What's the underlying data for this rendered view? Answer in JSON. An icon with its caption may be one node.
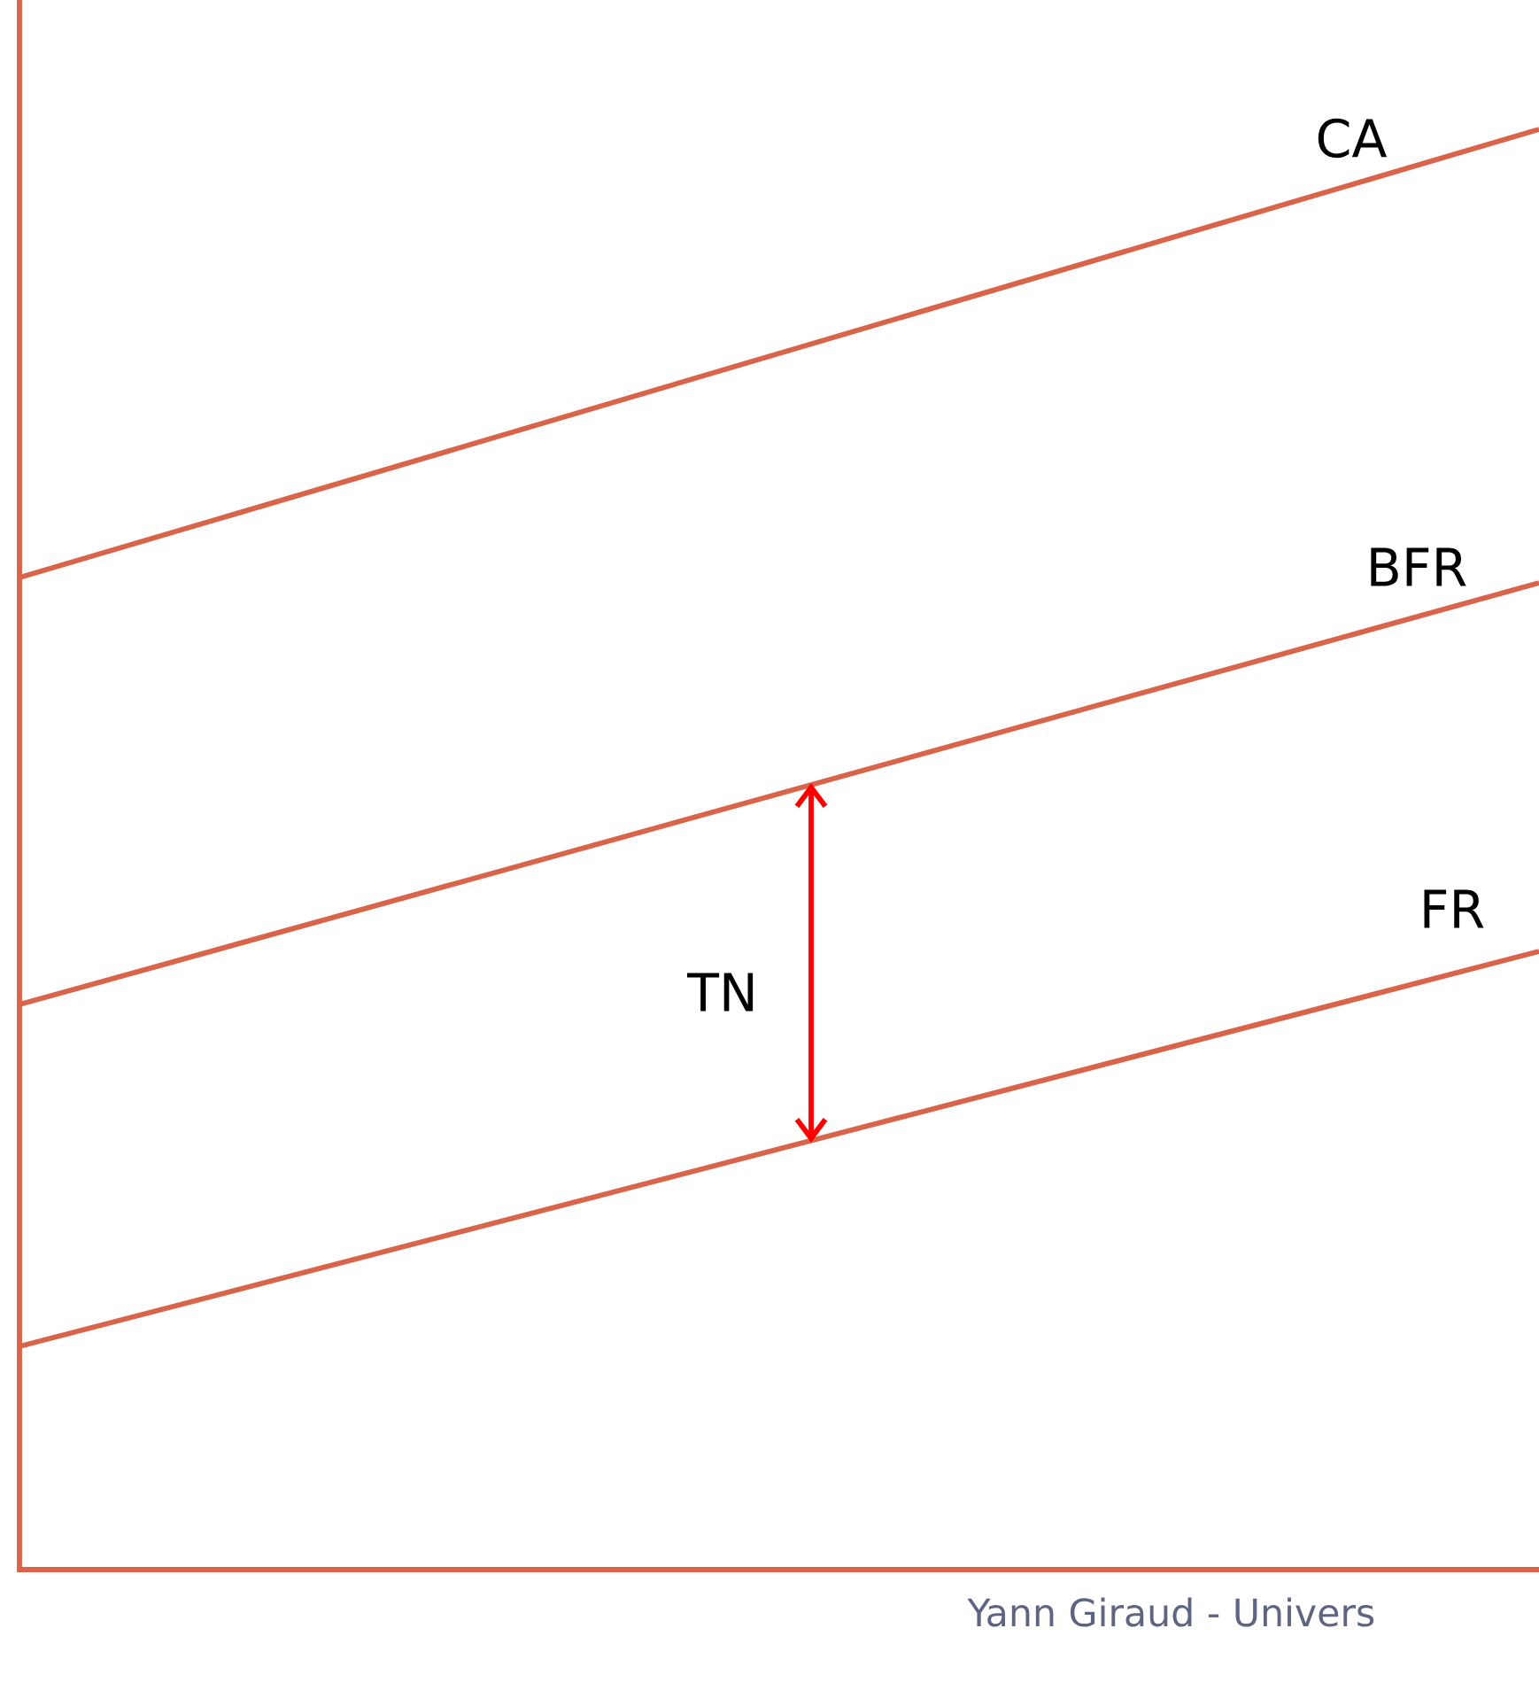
{
  "diagram": {
    "labels": [
      "CA",
      "BFR",
      "FR",
      "TN",
      "Yann Giraud - Univers"
    ]
  }
}
